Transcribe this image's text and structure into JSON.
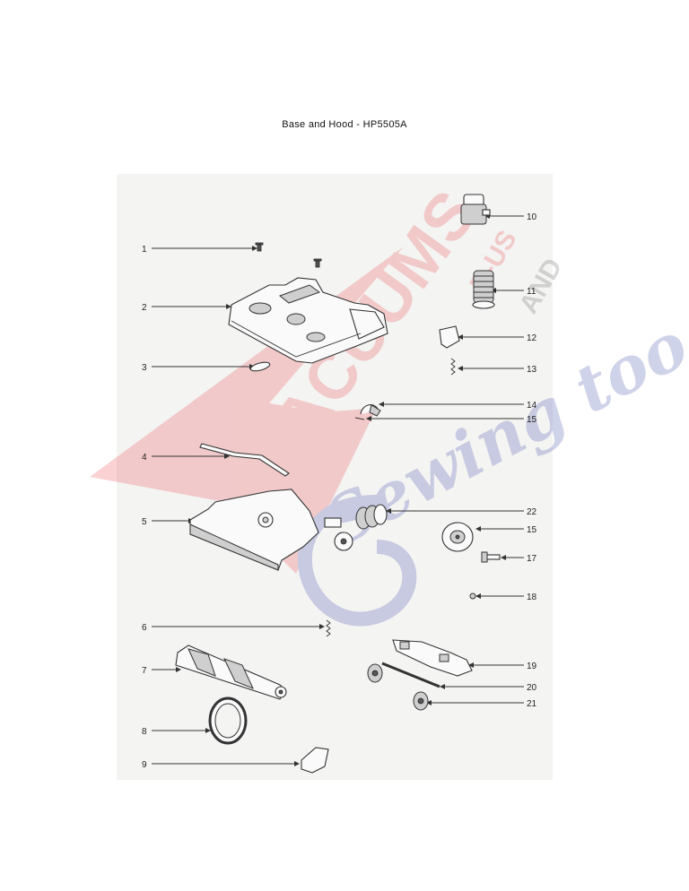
{
  "page": {
    "title": "Base and Hood - HP5505A"
  },
  "watermark": {
    "brand_main": "VACUUMS",
    "brand_r_us": "R-US",
    "brand_and": "AND",
    "brand_sewing": "Sewing too",
    "colors": {
      "red": "#e8343a",
      "blue": "#2a3aa0"
    }
  },
  "callouts": [
    {
      "id": 1,
      "label": "1"
    },
    {
      "id": 2,
      "label": "2"
    },
    {
      "id": 3,
      "label": "3"
    },
    {
      "id": 4,
      "label": "4"
    },
    {
      "id": 5,
      "label": "5"
    },
    {
      "id": 6,
      "label": "6"
    },
    {
      "id": 7,
      "label": "7"
    },
    {
      "id": 8,
      "label": "8"
    },
    {
      "id": 9,
      "label": "9"
    },
    {
      "id": 10,
      "label": "10"
    },
    {
      "id": 11,
      "label": "11"
    },
    {
      "id": 12,
      "label": "12"
    },
    {
      "id": 13,
      "label": "13"
    },
    {
      "id": 14,
      "label": "14"
    },
    {
      "id": 15,
      "label": "15"
    },
    {
      "id": 16,
      "label": "15"
    },
    {
      "id": 17,
      "label": "17"
    },
    {
      "id": 18,
      "label": "18"
    },
    {
      "id": 19,
      "label": "19"
    },
    {
      "id": 20,
      "label": "20"
    },
    {
      "id": 21,
      "label": "21"
    },
    {
      "id": 22,
      "label": "22"
    }
  ]
}
